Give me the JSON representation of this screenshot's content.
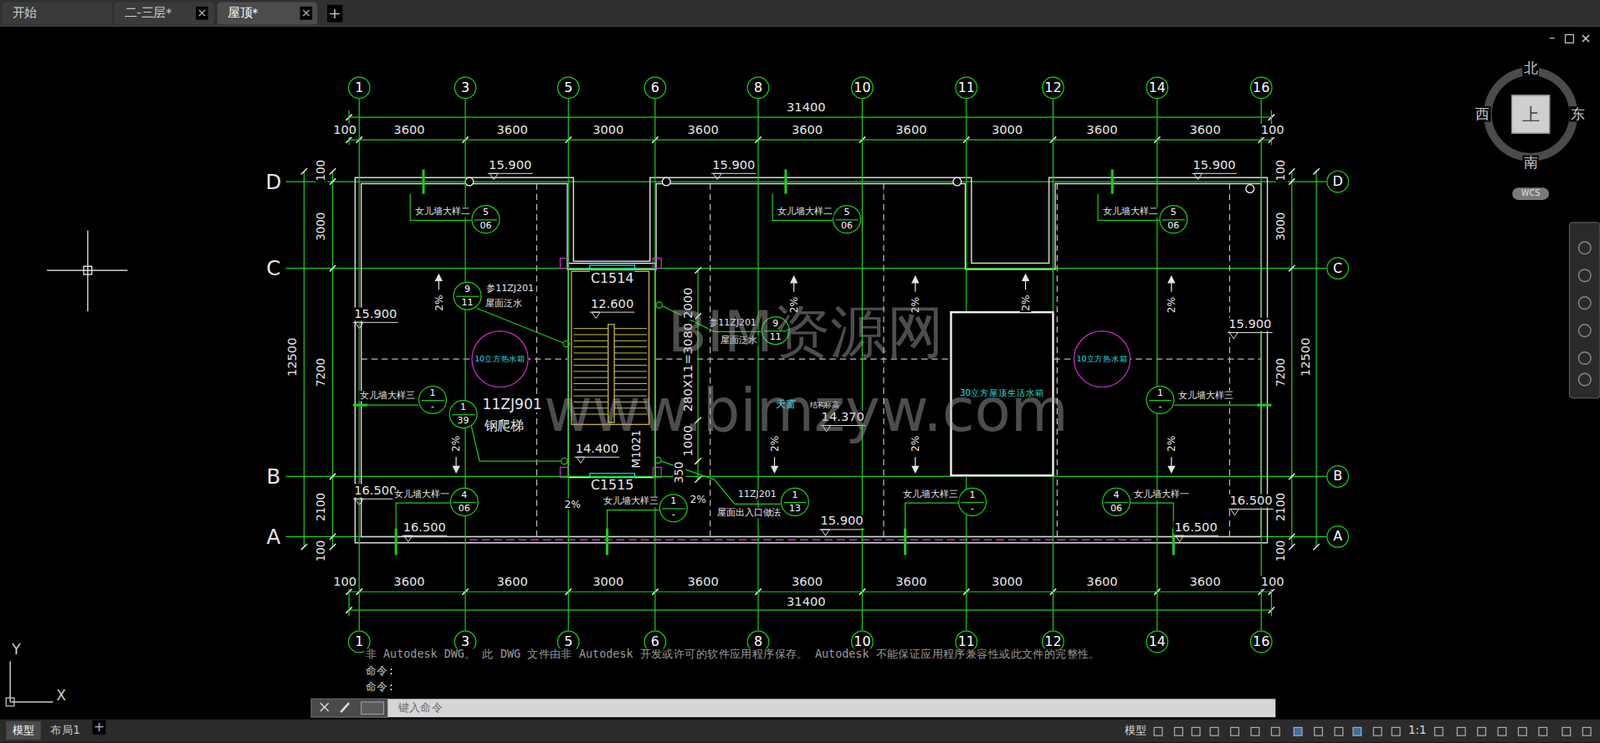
{
  "diagram": {
    "nodes": [
      {
        "text": [
          "开始"
        ]
      },
      {
        "text": [
          "二-三层*"
        ]
      },
      {
        "text": [
          "屋顶*"
        ]
      },
      {
        "text": [
          "上"
        ]
      },
      {
        "text": [
          "WCS"
        ]
      },
      {
        "text": [
          "1"
        ]
      },
      {
        "text": [
          "3"
        ]
      },
      {
        "text": [
          "5"
        ]
      },
      {
        "text": [
          "6"
        ]
      },
      {
        "text": [
          "8"
        ]
      },
      {
        "text": [
          "10"
        ]
      },
      {
        "text": [
          "11"
        ]
      },
      {
        "text": [
          "12"
        ]
      },
      {
        "text": [
          "14"
        ]
      },
      {
        "text": [
          "16"
        ]
      },
      {
        "text": [
          "1"
        ]
      },
      {
        "text": [
          "3"
        ]
      },
      {
        "text": [
          "5"
        ]
      },
      {
        "text": [
          "6"
        ]
      },
      {
        "text": [
          "8"
        ]
      },
      {
        "text": [
          "10"
        ]
      },
      {
        "text": [
          "11"
        ]
      },
      {
        "text": [
          "12"
        ]
      },
      {
        "text": [
          "14"
        ]
      },
      {
        "text": [
          "16"
        ]
      },
      {
        "text": [
          "D"
        ]
      },
      {
        "text": [
          "C"
        ]
      },
      {
        "text": [
          "B"
        ]
      },
      {
        "text": [
          "A"
        ]
      },
      {
        "text": [
          "30立方屋顶生活水箱"
        ]
      },
      {
        "text": [
          "10立方热水箱"
        ]
      },
      {
        "text": [
          "10立方热水箱"
        ]
      },
      {
        "text": [
          "5",
          "06"
        ]
      },
      {
        "text": [
          "5",
          "06"
        ]
      },
      {
        "text": [
          "5",
          "06"
        ]
      },
      {
        "text": [
          "9",
          "11"
        ]
      },
      {
        "text": [
          "9",
          "11"
        ]
      },
      {
        "text": [
          "1",
          "-"
        ]
      },
      {
        "text": [
          "1",
          "39"
        ]
      },
      {
        "text": [
          "1",
          "-"
        ]
      },
      {
        "text": [
          "4",
          "06"
        ]
      },
      {
        "text": [
          "1",
          "-"
        ]
      },
      {
        "text": [
          "1",
          "13"
        ]
      },
      {
        "text": [
          "1",
          "-"
        ]
      },
      {
        "text": [
          "4",
          "06"
        ]
      },
      {
        "text": [
          "键入命令"
        ]
      },
      {
        "text": [
          "模型"
        ]
      },
      {
        "text": [
          "布局1"
        ]
      },
      {
        "text": [
          "模型"
        ]
      },
      {
        "text": [
          "1:1"
        ]
      }
    ],
    "edges": [
      {
        "from": 5,
        "to": 15,
        "arrow": "none"
      },
      {
        "from": 6,
        "to": 16,
        "arrow": "none"
      },
      {
        "from": 7,
        "to": 17,
        "arrow": "none"
      },
      {
        "from": 8,
        "to": 18,
        "arrow": "none"
      },
      {
        "from": 9,
        "to": 19,
        "arrow": "none"
      },
      {
        "from": 10,
        "to": 20,
        "arrow": "none"
      },
      {
        "from": 11,
        "to": 21,
        "arrow": "none"
      },
      {
        "from": 12,
        "to": 22,
        "arrow": "none"
      },
      {
        "from": 13,
        "to": 23,
        "arrow": "none"
      },
      {
        "from": 14,
        "to": 24,
        "arrow": "none"
      }
    ],
    "labels": [
      "×",
      "×",
      "+",
      "–",
      "×",
      "北",
      "西",
      "东",
      "南",
      "31400",
      "100",
      "3600",
      "3600",
      "3000",
      "3600",
      "3600",
      "3600",
      "3000",
      "3600",
      "3600",
      "100",
      "D",
      "C",
      "B",
      "A",
      "100",
      "3000",
      "7200",
      "2100",
      "100",
      "12500",
      "100",
      "3000",
      "7200",
      "2100",
      "100",
      "12500",
      "100",
      "3600",
      "3600",
      "3000",
      "3600",
      "3600",
      "3600",
      "3000",
      "3600",
      "3600",
      "100",
      "31400",
      "15.900",
      "15.900",
      "15.900",
      "15.900",
      "15.900",
      "15.900",
      "16.500",
      "16.500",
      "16.500",
      "16.500",
      "12.600",
      "14.400",
      "14.370",
      "结构标高",
      "天窗",
      "女儿墙大样二",
      "女儿墙大样二",
      "女儿墙大样二",
      "参11ZJ201",
      "屋面泛水",
      "参11ZJ201",
      "屋面泛水",
      "女儿墙大样三",
      "11ZJ901",
      "钢爬梯",
      "女儿墙大样三",
      "女儿墙大样一",
      "女儿墙大样三",
      "11ZJ201",
      "屋面出入口做法",
      "女儿墙大样三",
      "女儿墙大样一",
      "2%",
      "2%",
      "2%",
      "2%",
      "2%",
      "2%",
      "2%",
      "2%",
      "2%",
      "2%",
      "2%",
      "C1514",
      "C1515",
      "M1021",
      "2000",
      "280X11=3080",
      "1000",
      "350",
      "BIM资源网",
      "www.bimzyw.com",
      "非 Autodesk DWG。 此 DWG 文件由非 Autodesk 开发或许可的软件应用程序保存。 Autodesk 不能保证应用程序兼容性或此文件的完整性。",
      "命令:",
      "命令:",
      "+",
      "Y",
      "X"
    ]
  }
}
